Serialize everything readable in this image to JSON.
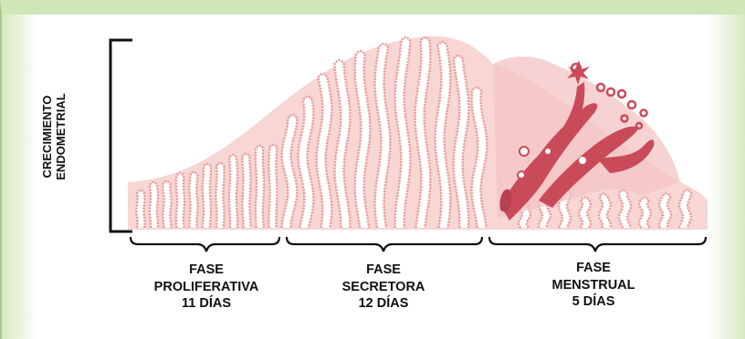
{
  "y_axis_label": [
    "CRECIMIENTO",
    "ENDOMETRIAL"
  ],
  "phases": [
    {
      "lines": [
        "FASE",
        "PROLIFERATIVA",
        "11 DÍAS"
      ]
    },
    {
      "lines": [
        "FASE",
        "SECRETORA",
        "12 DÍAS"
      ]
    },
    {
      "lines": [
        "FASE",
        "MENSTRUAL",
        "5 DÍAS"
      ]
    }
  ],
  "colors": {
    "background": "#d9ecc8",
    "tissue": "#f7d6d3",
    "gland_outline": "#e89b9c",
    "gland_fill": "#ffffff",
    "blood": "#c94b5a",
    "text": "#111111"
  }
}
